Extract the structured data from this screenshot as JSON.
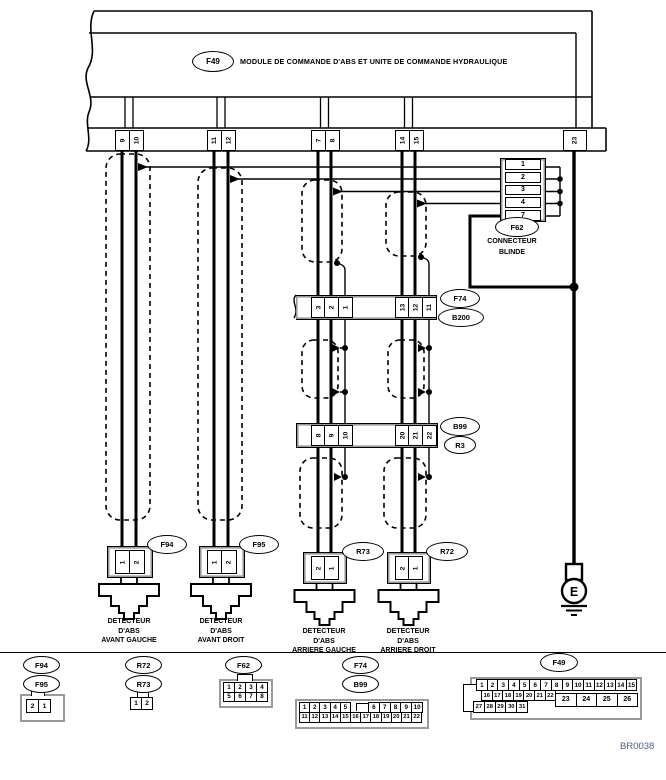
{
  "module": {
    "id": "F49",
    "title": "MODULE DE COMMANDE D'ABS ET UNITE DE COMMANDE HYDRAULIQUE",
    "pins": [
      "9",
      "10",
      "11",
      "12",
      "7",
      "8",
      "14",
      "15",
      "23"
    ]
  },
  "shield_connector": {
    "id": "F62",
    "name_line1": "CONNECTEUR",
    "name_line2": "BLINDE",
    "pins": [
      "1",
      "2",
      "3",
      "4",
      "7"
    ]
  },
  "inline_upper": {
    "id1": "F74",
    "id2": "B200",
    "left_pins": [
      "3",
      "2",
      "1"
    ],
    "right_pins": [
      "13",
      "12",
      "11"
    ]
  },
  "inline_lower": {
    "id1": "B99",
    "id2": "R3",
    "left_pins": [
      "8",
      "9",
      "10"
    ],
    "right_pins": [
      "20",
      "21",
      "22"
    ]
  },
  "sensors": [
    {
      "id": "F94",
      "pins": [
        "1",
        "2"
      ],
      "label1": "DETECTEUR",
      "label2": "D'ABS",
      "label3": "AVANT GAUCHE"
    },
    {
      "id": "F95",
      "pins": [
        "1",
        "2"
      ],
      "label1": "DETECTEUR",
      "label2": "D'ABS",
      "label3": "AVANT DROIT"
    },
    {
      "id": "R73",
      "pins": [
        "2",
        "1"
      ],
      "label1": "DETECTEUR",
      "label2": "D'ABS",
      "label3": "ARRIERE GAUCHE"
    },
    {
      "id": "R72",
      "pins": [
        "2",
        "1"
      ],
      "label1": "DETECTEUR",
      "label2": "D'ABS",
      "label3": "ARRIERE DROIT"
    }
  ],
  "ground": {
    "label": "E"
  },
  "legend": {
    "g1": {
      "oval1": "F94",
      "oval2": "F95",
      "pins": [
        "2",
        "1"
      ]
    },
    "g2": {
      "oval1": "R72",
      "oval2": "R73",
      "pins": [
        "1",
        "2"
      ]
    },
    "g3": {
      "oval": "F62",
      "row1": [
        "1",
        "2",
        "3",
        "4"
      ],
      "row2": [
        "5",
        "6",
        "7",
        "8"
      ]
    },
    "g4": {
      "oval1": "F74",
      "oval2": "B99",
      "row1a": [
        "1",
        "2",
        "3",
        "4",
        "5"
      ],
      "row1b": [
        "6",
        "7",
        "8",
        "9",
        "10"
      ],
      "row2": [
        "11",
        "12",
        "13",
        "14",
        "15",
        "16",
        "17",
        "18",
        "19",
        "20",
        "21",
        "22"
      ]
    },
    "g5": {
      "oval": "F49",
      "row1": [
        "1",
        "2",
        "3",
        "4",
        "5",
        "6",
        "7",
        "8",
        "9",
        "10",
        "11",
        "12",
        "13",
        "14",
        "15"
      ],
      "row2": [
        "16",
        "17",
        "18",
        "19",
        "20",
        "21",
        "22"
      ],
      "wide": [
        "23",
        "24",
        "25",
        "26"
      ],
      "row3": [
        "27",
        "28",
        "29",
        "30",
        "31"
      ]
    }
  },
  "code": "BR0038",
  "colors": {
    "ink": "#000000",
    "frame_gray": "#9a9a9a",
    "code_text": "#4e5e7d"
  }
}
